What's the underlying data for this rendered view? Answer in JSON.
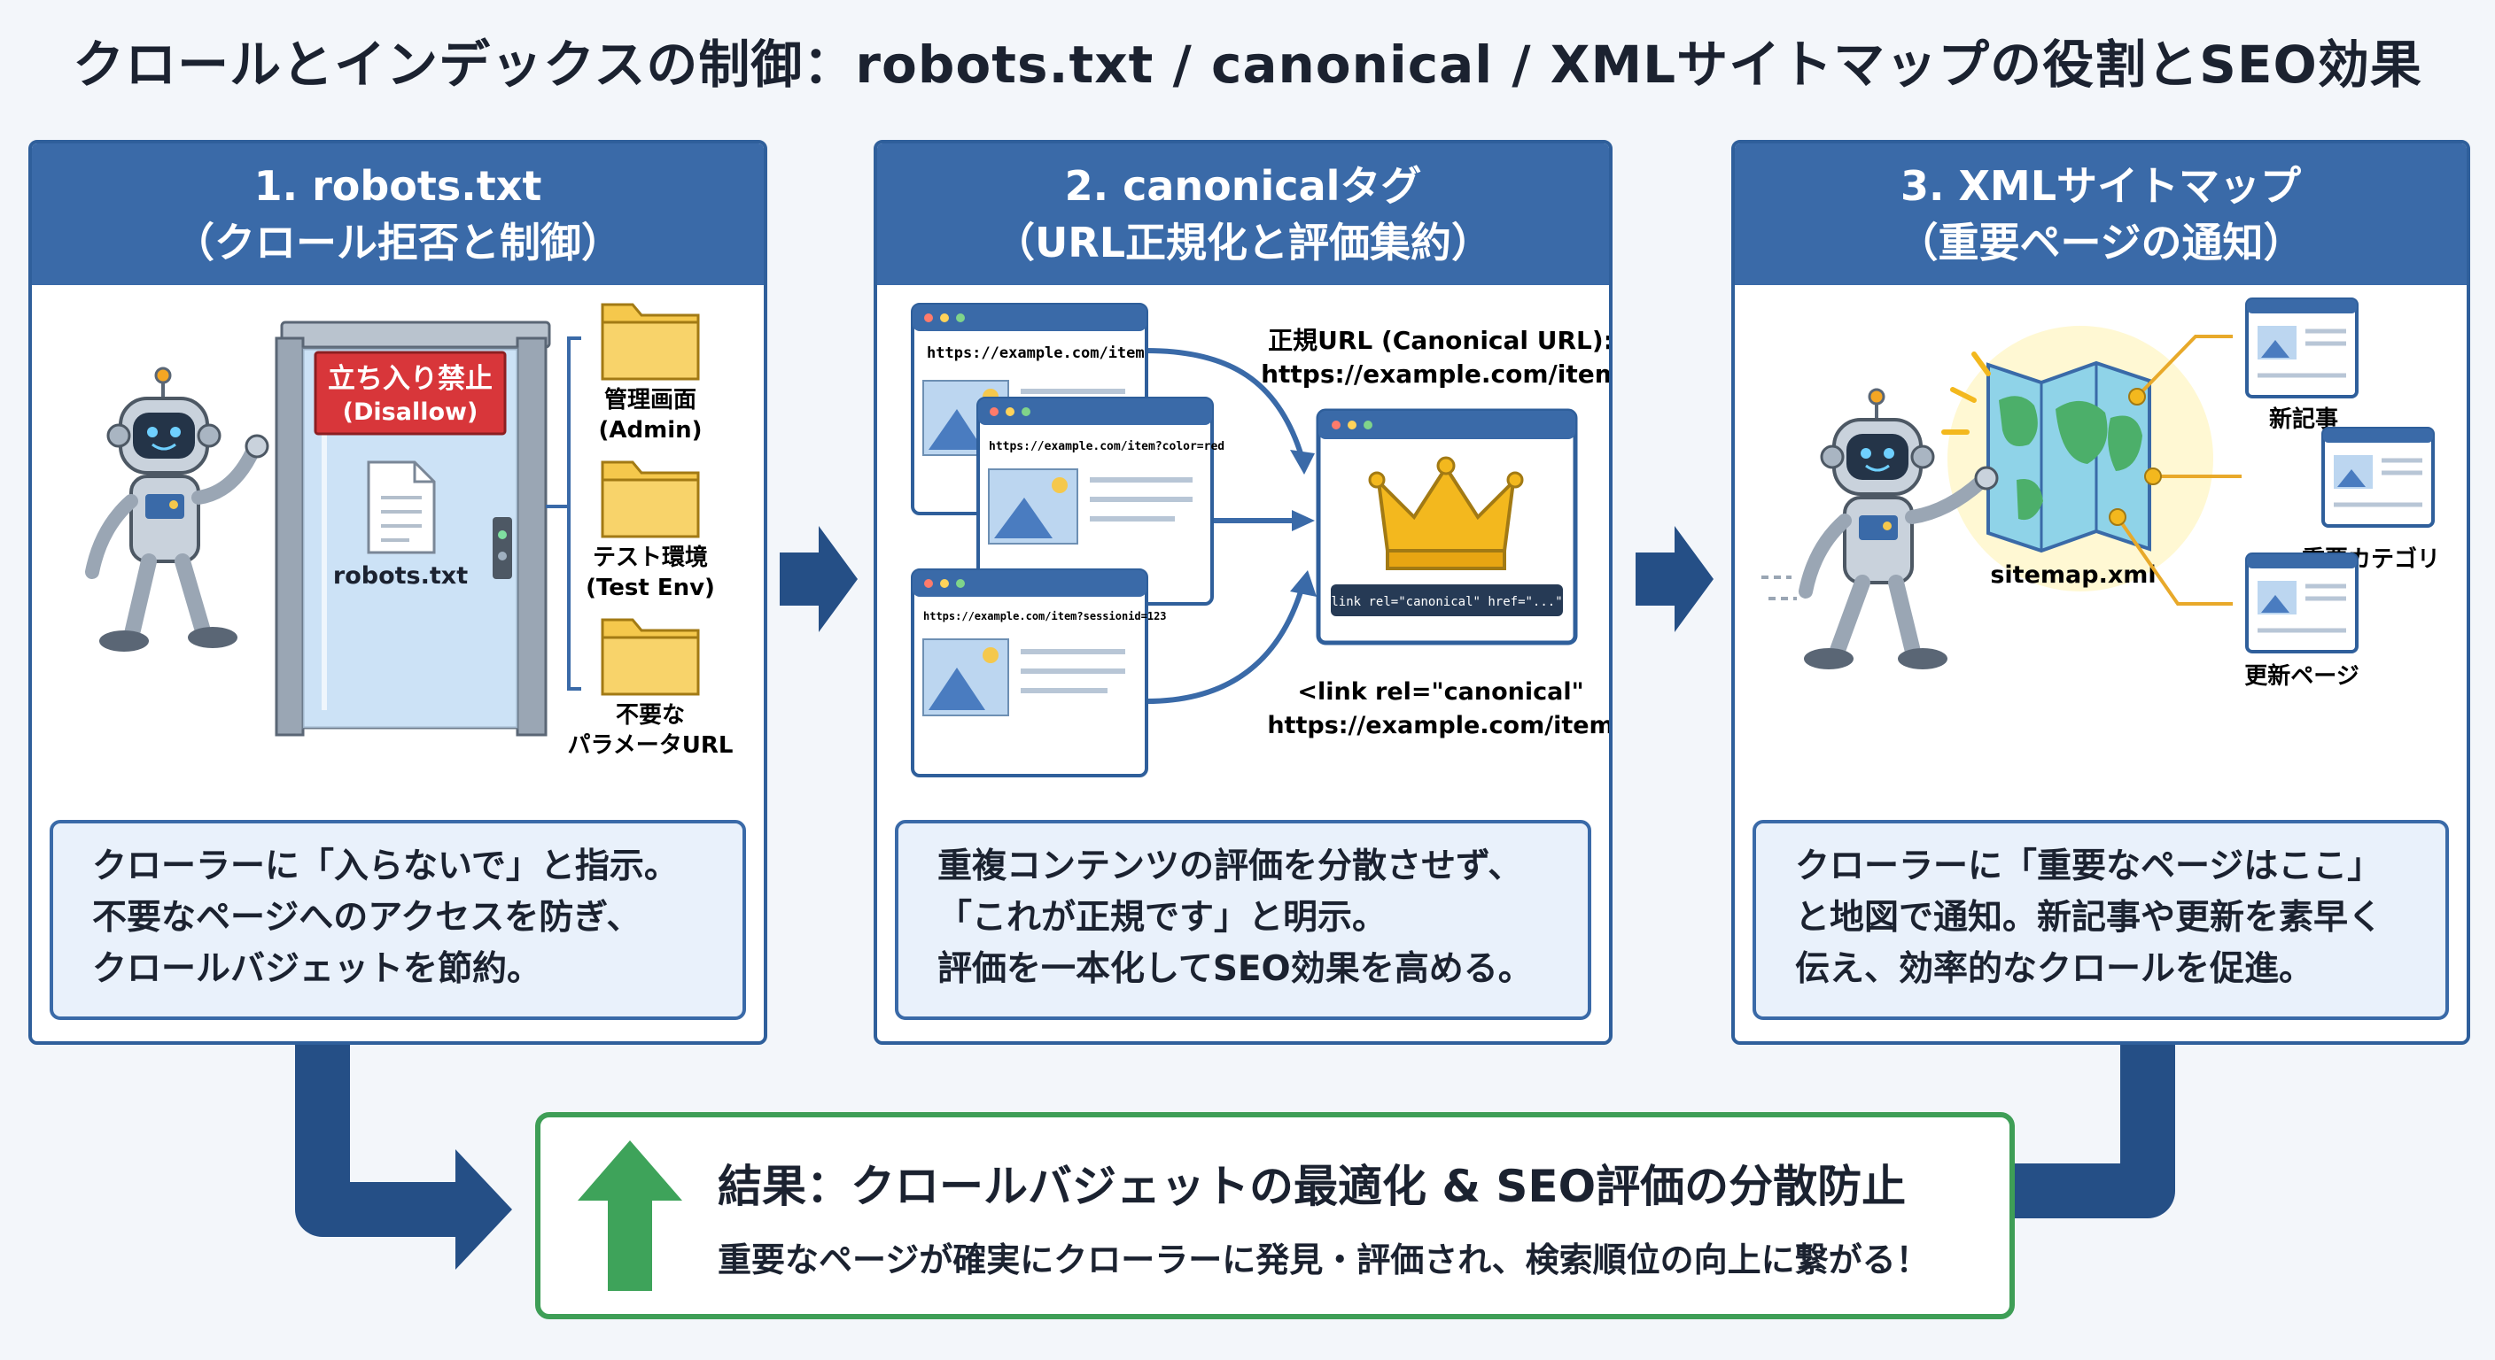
{
  "title": "クロールとインデックスの制御：robots.txt / canonical / XMLサイトマップの役割とSEO効果",
  "panels": [
    {
      "heading_line1": "1. robots.txt",
      "heading_line2": "（クロール拒否と制御）",
      "sign": "立ち入り禁止",
      "sign_sub": "(Disallow)",
      "file_label": "robots.txt",
      "folders": [
        {
          "line1": "管理画面",
          "line2": "(Admin)"
        },
        {
          "line1": "テスト環境",
          "line2": "(Test Env)"
        },
        {
          "line1": "不要な",
          "line2": "パラメータURL"
        }
      ],
      "desc": [
        "クローラーに「入らないで」と指示。",
        "不要なページへのアクセスを防ぎ、",
        "クロールバジェットを節約。"
      ]
    },
    {
      "heading_line1": "2. canonicalタグ",
      "heading_line2": "（URL正規化と評価集約）",
      "urls": [
        "https://example.com/item",
        "https://example.com/item?color=red",
        "https://example.com/item?sessionid=123"
      ],
      "canonical_label": "正規URL (Canonical URL):",
      "canonical_url": "https://example.com/item",
      "code_snippet": "<link rel=\"canonical\" href=\"...\">",
      "link_line1": "<link rel=\"canonical\"",
      "link_line2": "https://example.com/item",
      "desc": [
        "重複コンテンツの評価を分散させず、",
        "「これが正規です」と明示。",
        "評価を一本化してSEO効果を高める。"
      ]
    },
    {
      "heading_line1": "3. XMLサイトマップ",
      "heading_line2": "（重要ページの通知）",
      "map_label": "sitemap.xml",
      "pages": [
        "新記事",
        "重要カテゴリ",
        "更新ページ"
      ],
      "desc": [
        "クローラーに「重要なページはここ」",
        "と地図で通知。新記事や更新を素早く",
        "伝え、効率的なクロールを促進。"
      ]
    }
  ],
  "result": {
    "title": "結果：クロールバジェットの最適化 & SEO評価の分散防止",
    "subtitle": "重要なページが確実にクローラーに発見・評価され、検索順位の向上に繋がる！"
  },
  "colors": {
    "header": "#3a6aa8",
    "border": "#2f5f9b",
    "flow_arrow": "#254f86",
    "result_border": "#3e9e56",
    "sign_red": "#d8363a",
    "folder": "#f5c84c",
    "crown": "#f3b81e",
    "connector": "#e8a92a"
  },
  "icons": [
    "robot-icon",
    "door-icon",
    "folder-icon",
    "browser-window-icon",
    "crown-icon",
    "map-icon",
    "up-arrow-icon"
  ]
}
